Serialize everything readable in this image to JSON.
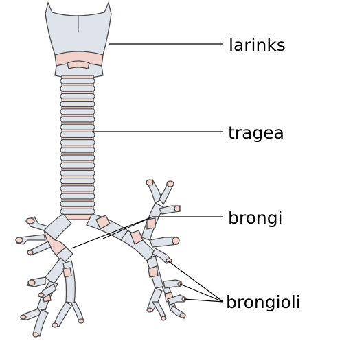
{
  "labels": {
    "larynx": "larinks",
    "trachea": "tragea",
    "bronchi": "brongi",
    "bronchioles": "brongioli"
  },
  "colors": {
    "cartilage": "#dfe3ea",
    "tissue": "#f1d3cb",
    "outline": "#4a4a4a"
  }
}
